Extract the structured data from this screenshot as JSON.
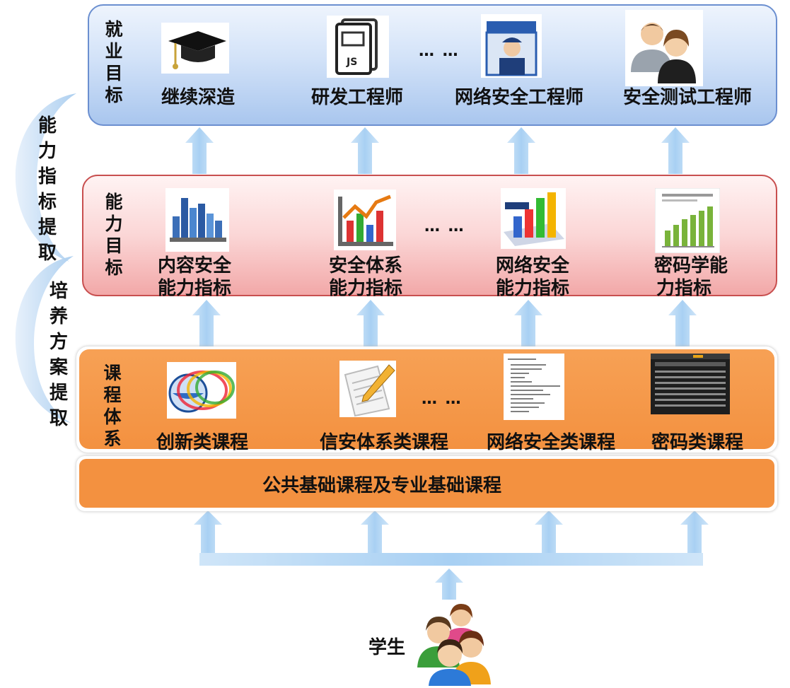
{
  "layers": {
    "job": {
      "label": "就业目标",
      "label_chars": [
        "就",
        "业",
        "目",
        "标"
      ],
      "items": [
        "继续深造",
        "研发工程师",
        "网络安全工程师",
        "安全测试工程师"
      ],
      "ellipsis": "… …",
      "icons": [
        "graduation-cap-icon",
        "js-file-icon",
        "security-guard-icon",
        "people-icon"
      ]
    },
    "ability": {
      "label": "能力目标",
      "label_chars": [
        "能",
        "力",
        "目",
        "标"
      ],
      "items": [
        {
          "line1": "内容安全",
          "line2": "能力指标"
        },
        {
          "line1": "安全体系",
          "line2": "能力指标"
        },
        {
          "line1": "网络安全",
          "line2": "能力指标"
        },
        {
          "line1": "密码学能",
          "line2": "力指标"
        }
      ],
      "ellipsis": "… …",
      "icons": [
        "bar-chart-3d-icon",
        "trend-chart-icon",
        "numbers-chart-icon",
        "green-bar-chart-icon"
      ]
    },
    "course": {
      "label": "课程体系",
      "label_chars": [
        "课",
        "程",
        "体",
        "系"
      ],
      "items": [
        "创新类课程",
        "信安体系类课程",
        "网络安全类课程",
        "密码类课程"
      ],
      "ellipsis": "… …",
      "icons": [
        "globe-ring-icon",
        "document-pencil-icon",
        "code-listing-icon",
        "terminal-screen-icon"
      ]
    },
    "base": {
      "label": "公共基础课程及专业基础课程"
    }
  },
  "side_arcs": {
    "upper": {
      "label": "能力指标提取",
      "chars": [
        "能",
        "力",
        "指",
        "标",
        "提",
        "取"
      ]
    },
    "lower": {
      "label": "培养方案提取",
      "chars": [
        "培",
        "养",
        "方",
        "案",
        "提",
        "取"
      ]
    }
  },
  "student": {
    "label": "学生",
    "icon": "students-group-icon"
  },
  "colors": {
    "job_panel": "#a9c6ee",
    "ability_panel": "#f2a8a8",
    "course_panel": "#f39140",
    "arrow": "#b9d9f5"
  }
}
